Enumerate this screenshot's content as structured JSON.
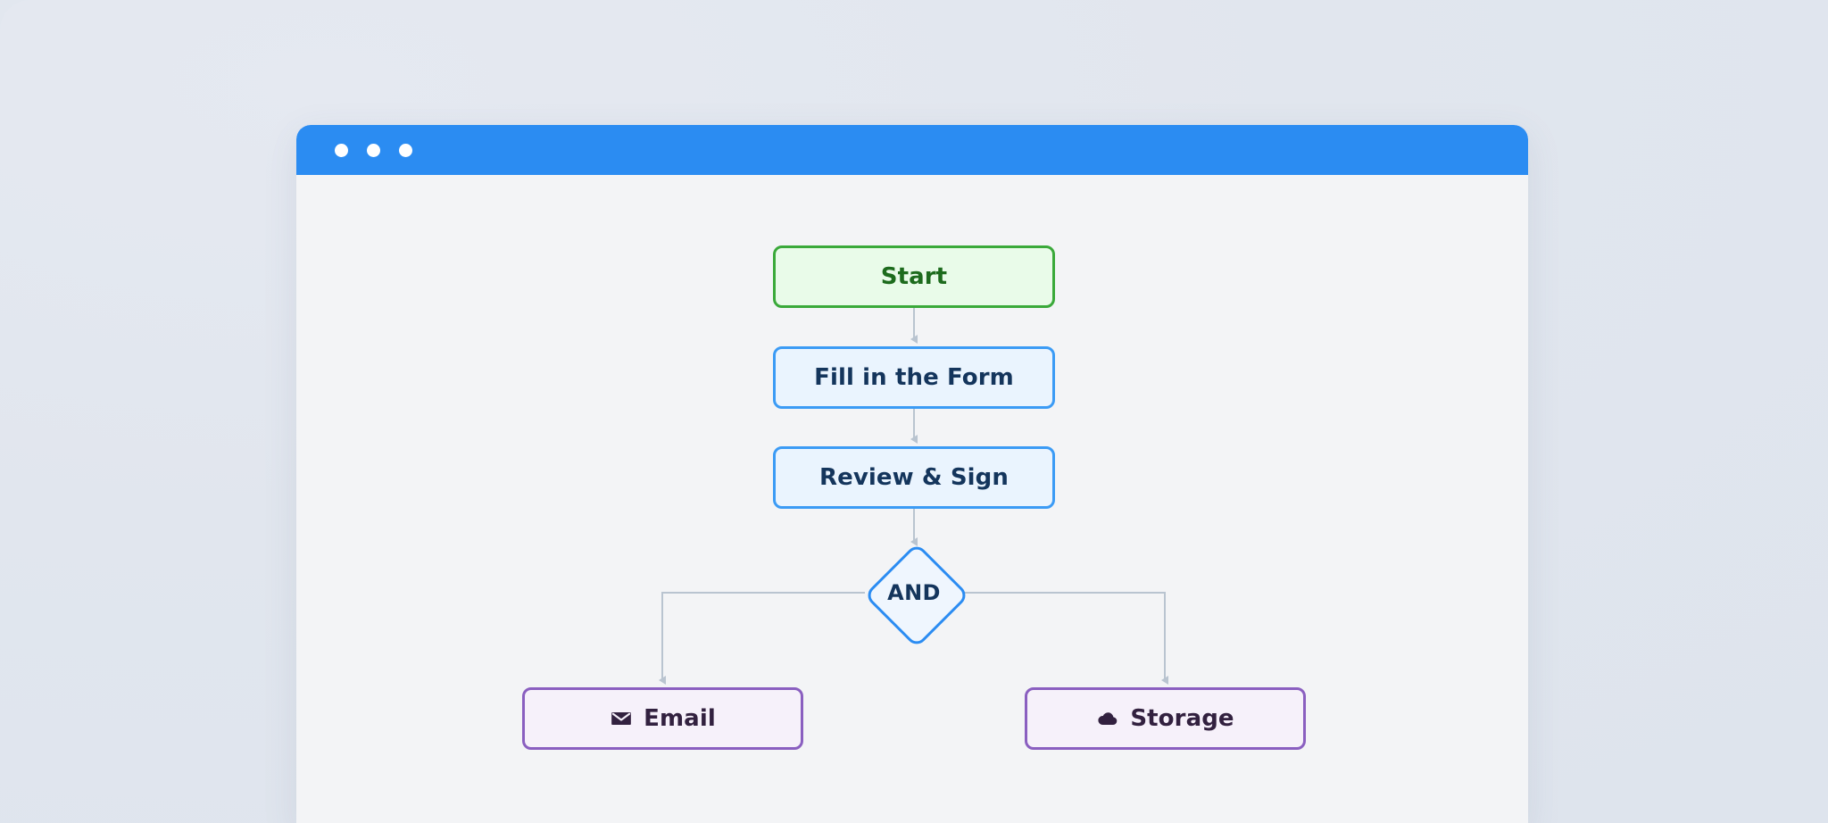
{
  "window": {
    "title_bar": {
      "color": "#2b8cf2",
      "dots": [
        "window-dot-1",
        "window-dot-2",
        "window-dot-3"
      ]
    },
    "canvas_background": "#f3f4f6"
  },
  "page": {
    "background": "#e2e7ef"
  },
  "flowchart": {
    "type": "flowchart",
    "direction": "top-to-bottom",
    "nodes": [
      {
        "id": "start",
        "label": "Start",
        "shape": "rounded-rectangle",
        "border_color": "#3aa93a",
        "fill_color": "#e9fbe9",
        "text_color": "#1d6b1d"
      },
      {
        "id": "fill-form",
        "label": "Fill in the Form",
        "shape": "rounded-rectangle",
        "border_color": "#3b9bf5",
        "fill_color": "#eaf4fe",
        "text_color": "#14355c"
      },
      {
        "id": "review-sign",
        "label": "Review & Sign",
        "shape": "rounded-rectangle",
        "border_color": "#3b9bf5",
        "fill_color": "#eaf4fe",
        "text_color": "#14355c"
      },
      {
        "id": "gateway-and",
        "label": "AND",
        "shape": "diamond",
        "border_color": "#2b8cf2",
        "fill_color": "#eff6fe",
        "text_color": "#14355c"
      },
      {
        "id": "email",
        "label": "Email",
        "icon": "envelope-icon",
        "shape": "rounded-rectangle",
        "border_color": "#8a5fc0",
        "fill_color": "#f6f1fa",
        "text_color": "#32213f"
      },
      {
        "id": "storage",
        "label": "Storage",
        "icon": "cloud-icon",
        "shape": "rounded-rectangle",
        "border_color": "#8a5fc0",
        "fill_color": "#f6f1fa",
        "text_color": "#32213f"
      }
    ],
    "edges": [
      {
        "from": "start",
        "to": "fill-form",
        "style": "straight-arrow"
      },
      {
        "from": "fill-form",
        "to": "review-sign",
        "style": "straight-arrow"
      },
      {
        "from": "review-sign",
        "to": "gateway-and",
        "style": "straight-arrow"
      },
      {
        "from": "gateway-and",
        "to": "email",
        "style": "elbow-arrow-left"
      },
      {
        "from": "gateway-and",
        "to": "storage",
        "style": "elbow-arrow-right"
      }
    ],
    "edge_color": "#b9c4d0"
  }
}
